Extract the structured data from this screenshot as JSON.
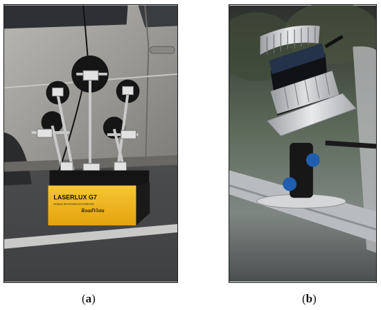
{
  "panels": [
    {
      "id": "a",
      "caption_open": "(",
      "caption_letter": "a",
      "caption_close": ")",
      "device_brand": "LASERLUX G7",
      "device_subtitle": "MOBILE RETROREFLECTOMETER",
      "device_logo": "RoadVista"
    },
    {
      "id": "b",
      "caption_open": "(",
      "caption_letter": "b",
      "caption_close": ")"
    }
  ],
  "colors": {
    "car_body": "#9a9894",
    "asphalt": "#4a4b4d",
    "device_yellow": "#f2b416",
    "lidar_blue": "#1f5fb0"
  }
}
